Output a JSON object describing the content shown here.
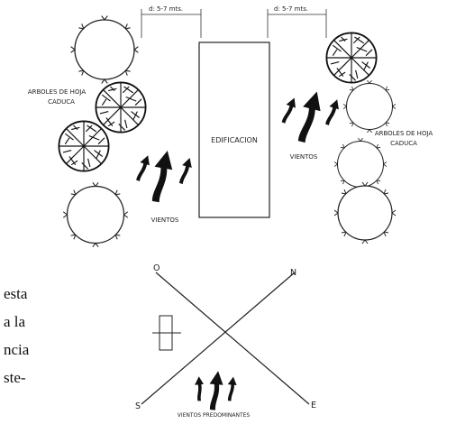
{
  "top_left_dimension": "d:  5-7 mts.",
  "top_right_dimension": "d:  5-7 mts.",
  "building_label": "EDIFICACION",
  "left_trees_label_line1": "ARBOLES DE HOJA",
  "left_trees_label_line2": "CADUCA",
  "right_trees_label_line1": "ARBOLES DE HOJA",
  "right_trees_label_line2": "CADUCA",
  "left_wind_label": "VIENTOS",
  "right_wind_label": "VIENTOS",
  "compass": {
    "north": "N",
    "south": "S",
    "east": "E",
    "west": "O",
    "caption": "VIENTOS PREDOMINANTES"
  },
  "side_text": {
    "line1": "esta",
    "line2": "a la",
    "line3": "ncia",
    "line4": "ste-"
  }
}
